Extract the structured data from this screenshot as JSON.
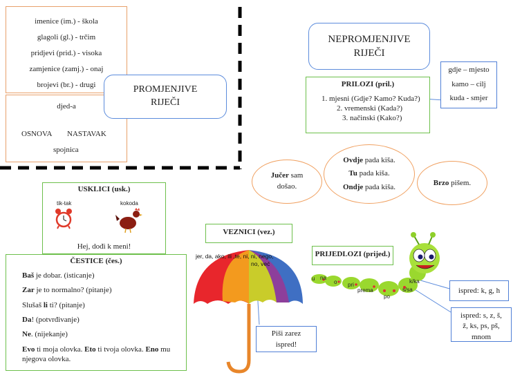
{
  "promjenjive": {
    "title_line1": "PROMJENJIVE",
    "title_line2": "RIJEČI",
    "items": [
      "imenice (im.) - škola",
      "glagoli (gl.) - trčim",
      "pridjevi (prid.) - visoka",
      "zamjenice (zamj.) - onaj",
      "brojevi (br.) - drugi"
    ],
    "word_parts": {
      "word": "djed-a",
      "osnova": "OSNOVA",
      "nastavak": "NASTAVAK",
      "spojnica": "spojnica"
    }
  },
  "nepromjenjive": {
    "title_line1": "NEPROMJENJIVE",
    "title_line2": "RIJEČI"
  },
  "prilozi": {
    "title": "PRILOZI (pril.)",
    "items": [
      "1.   mjesni (Gdje? Kamo? Kuda?)",
      "2.   vremenski (Kada?)",
      "3.   načinski (Kako?)"
    ],
    "side_items": [
      "gdje – mjesto",
      "kamo – cilj",
      "kuda - smjer"
    ],
    "examples": {
      "jucer_bold": "Jučer",
      "jucer_rest": " sam",
      "jucer_line2": "došao.",
      "ovdje_bold": "Ovdje",
      "ovdje_rest": " pada kiša.",
      "tu_bold": "Tu",
      "tu_rest": " pada kiša.",
      "ondje_bold": "Ondje",
      "ondje_rest": " pada kiša.",
      "brzo_bold": "Brzo",
      "brzo_rest": " pišem."
    }
  },
  "usklici": {
    "title": "USKLICI (usk.)",
    "sound1": "tik-tak",
    "sound2": "kokoda",
    "example": "Hej, dođi k meni!"
  },
  "cestice": {
    "title": "ČESTICE (čes.)",
    "l1_bold": "Baš",
    "l1_rest": " je dobar. (isticanje)",
    "l2_bold": "Zar",
    "l2_rest": " je to normalno? (pitanje)",
    "l3_a": "Slušaš ",
    "l3_bold": "li",
    "l3_rest": " ti? (pitanje)",
    "l4_bold": "Da",
    "l4_rest": "! (potvrđivanje)",
    "l5_bold": "Ne",
    "l5_rest": ". (nijekanje)",
    "l6_bold1": "Evo",
    "l6_mid1": " ti moja olovka. ",
    "l6_bold2": "Eto",
    "l6_mid2": " ti tvoja olovka. ",
    "l6_bold3": "Eno",
    "l6_rest": " mu",
    "l6_line2": "njegova olovka."
  },
  "veznici": {
    "title": "VEZNICI (vez.)",
    "words_line1": "jer, da, ako, ili ,te, ni, ni,  nego,",
    "words_line2": "no, već",
    "note_line1": "Piši zarez",
    "note_line2": "ispred!"
  },
  "prijedlozi": {
    "title": "PRIJEDLOZI (prijed.)",
    "words": [
      "u",
      "na",
      "o",
      "pri",
      "prema",
      "po",
      "k/ka",
      "s/sa"
    ],
    "note1": "ispred: k, g, h",
    "note2_line1": "ispred: s, z, š,",
    "note2_line2": "ž, ks, ps, pš,",
    "note2_line3": "mnom"
  },
  "colors": {
    "orange_border": "#e8a06a",
    "green_border": "#6cbf4a",
    "blue_border": "#4f7fd6"
  }
}
